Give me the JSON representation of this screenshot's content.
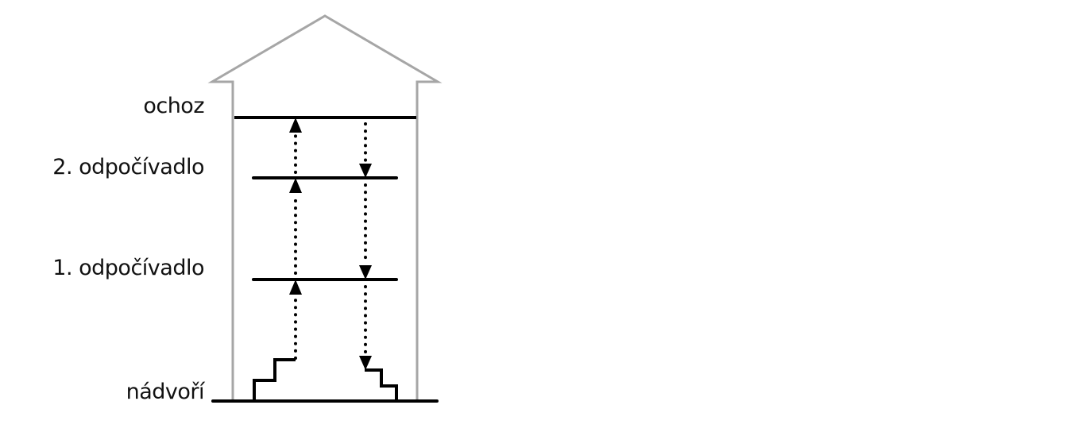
{
  "diagram": {
    "type": "building-cross-section",
    "colors": {
      "outline": "#a6a6a6",
      "floor": "#000000",
      "arrow": "#000000",
      "text": "#111111",
      "background": "#ffffff"
    },
    "levels": [
      {
        "id": "ochoz",
        "label": "ochoz"
      },
      {
        "id": "landing-2",
        "label": "2. odpočívadlo"
      },
      {
        "id": "landing-1",
        "label": "1. odpočívadlo"
      },
      {
        "id": "courtyard",
        "label": "nádvoří"
      }
    ],
    "paths": [
      {
        "direction": "up",
        "from": "nádvoří",
        "to": "ochoz",
        "via": [
          "1. odpočívadlo",
          "2. odpočívadlo"
        ]
      },
      {
        "direction": "down",
        "from": "ochoz",
        "to": "nádvoří",
        "via": [
          "2. odpočívadlo",
          "1. odpočívadlo"
        ]
      }
    ]
  }
}
